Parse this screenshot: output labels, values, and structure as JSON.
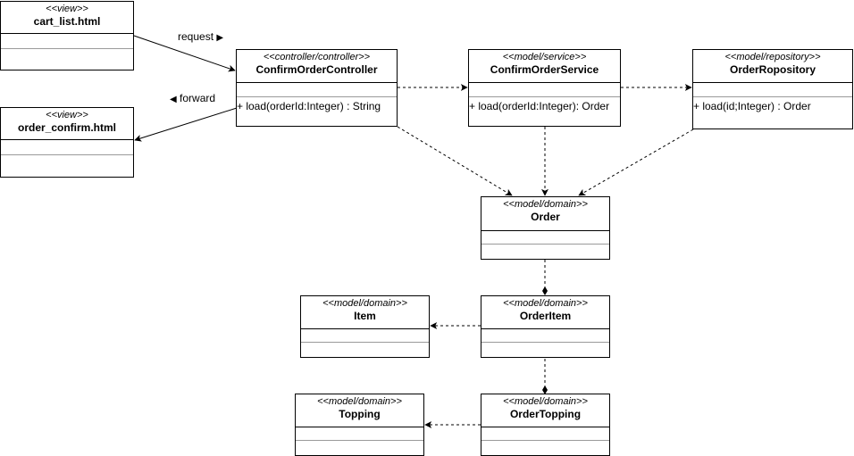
{
  "classes": {
    "cart_list": {
      "stereotype": "<<view>>",
      "name": "cart_list.html",
      "methods": []
    },
    "order_confirm": {
      "stereotype": "<<view>>",
      "name": "order_confirm.html",
      "methods": []
    },
    "confirm_order_controller": {
      "stereotype": "<<controller/controller>>",
      "name": "ConfirmOrderController",
      "methods": [
        "+ load(orderId:Integer) : String"
      ]
    },
    "confirm_order_service": {
      "stereotype": "<<model/service>>",
      "name": "ConfirmOrderService",
      "methods": [
        "+ load(orderId:Integer): Order"
      ]
    },
    "order_repository": {
      "stereotype": "<<model/repository>>",
      "name": "OrderRopository",
      "methods": [
        "+ load(id;Integer) : Order"
      ]
    },
    "order": {
      "stereotype": "<<model/domain>>",
      "name": "Order",
      "methods": []
    },
    "order_item": {
      "stereotype": "<<model/domain>>",
      "name": "OrderItem",
      "methods": []
    },
    "item": {
      "stereotype": "<<model/domain>>",
      "name": "Item",
      "methods": []
    },
    "order_topping": {
      "stereotype": "<<model/domain>>",
      "name": "OrderTopping",
      "methods": []
    },
    "topping": {
      "stereotype": "<<model/domain>>",
      "name": "Topping",
      "methods": []
    }
  },
  "edge_labels": {
    "request": {
      "text": "request",
      "arrow": "▶"
    },
    "forward": {
      "text": "forward",
      "arrow": "◀"
    }
  },
  "colors": {
    "line": "#000000",
    "divider": "#9a9a9a",
    "background": "#ffffff"
  }
}
